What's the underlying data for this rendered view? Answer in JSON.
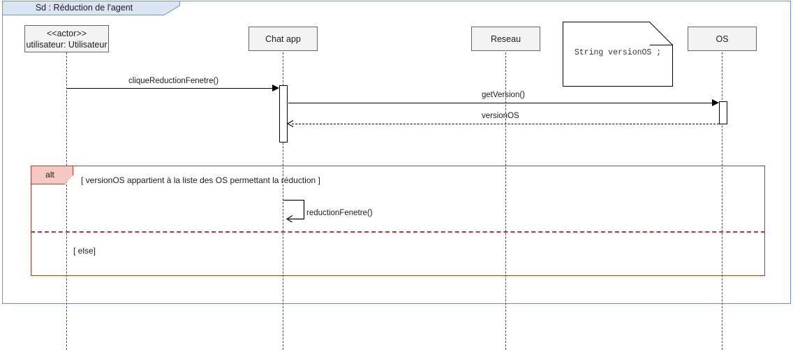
{
  "frame": {
    "tab_label": "Sd :  Réduction de l'agent",
    "border_color": "#7394c4",
    "tab_fill": "#dbe5f1"
  },
  "participants": [
    {
      "id": "utilisateur",
      "stereotype": "<<actor>>",
      "name": "utilisateur: Utilisateur"
    },
    {
      "id": "chatapp",
      "stereotype": "",
      "name": "Chat app"
    },
    {
      "id": "reseau",
      "stereotype": "",
      "name": "Reseau"
    },
    {
      "id": "os",
      "stereotype": "",
      "name": "OS"
    }
  ],
  "note": {
    "text": "String versionOS ;"
  },
  "messages": [
    {
      "id": "m1",
      "label": "cliqueReductionFenetre()",
      "kind": "call",
      "from": "utilisateur",
      "to": "chatapp"
    },
    {
      "id": "m2",
      "label": "getVersion()",
      "kind": "call",
      "from": "chatapp",
      "to": "os"
    },
    {
      "id": "m3",
      "label": "versionOS",
      "kind": "return",
      "from": "os",
      "to": "chatapp"
    },
    {
      "id": "m4",
      "label": "reductionFenetre()",
      "kind": "self",
      "from": "chatapp",
      "to": "chatapp"
    }
  ],
  "alt_fragment": {
    "operator": "alt",
    "header_fill": "#f4c9c4",
    "border_color": "#b03a36",
    "guards": [
      "[ versionOS appartient à la liste des OS permettant la réduction ]",
      "[ else]"
    ]
  }
}
